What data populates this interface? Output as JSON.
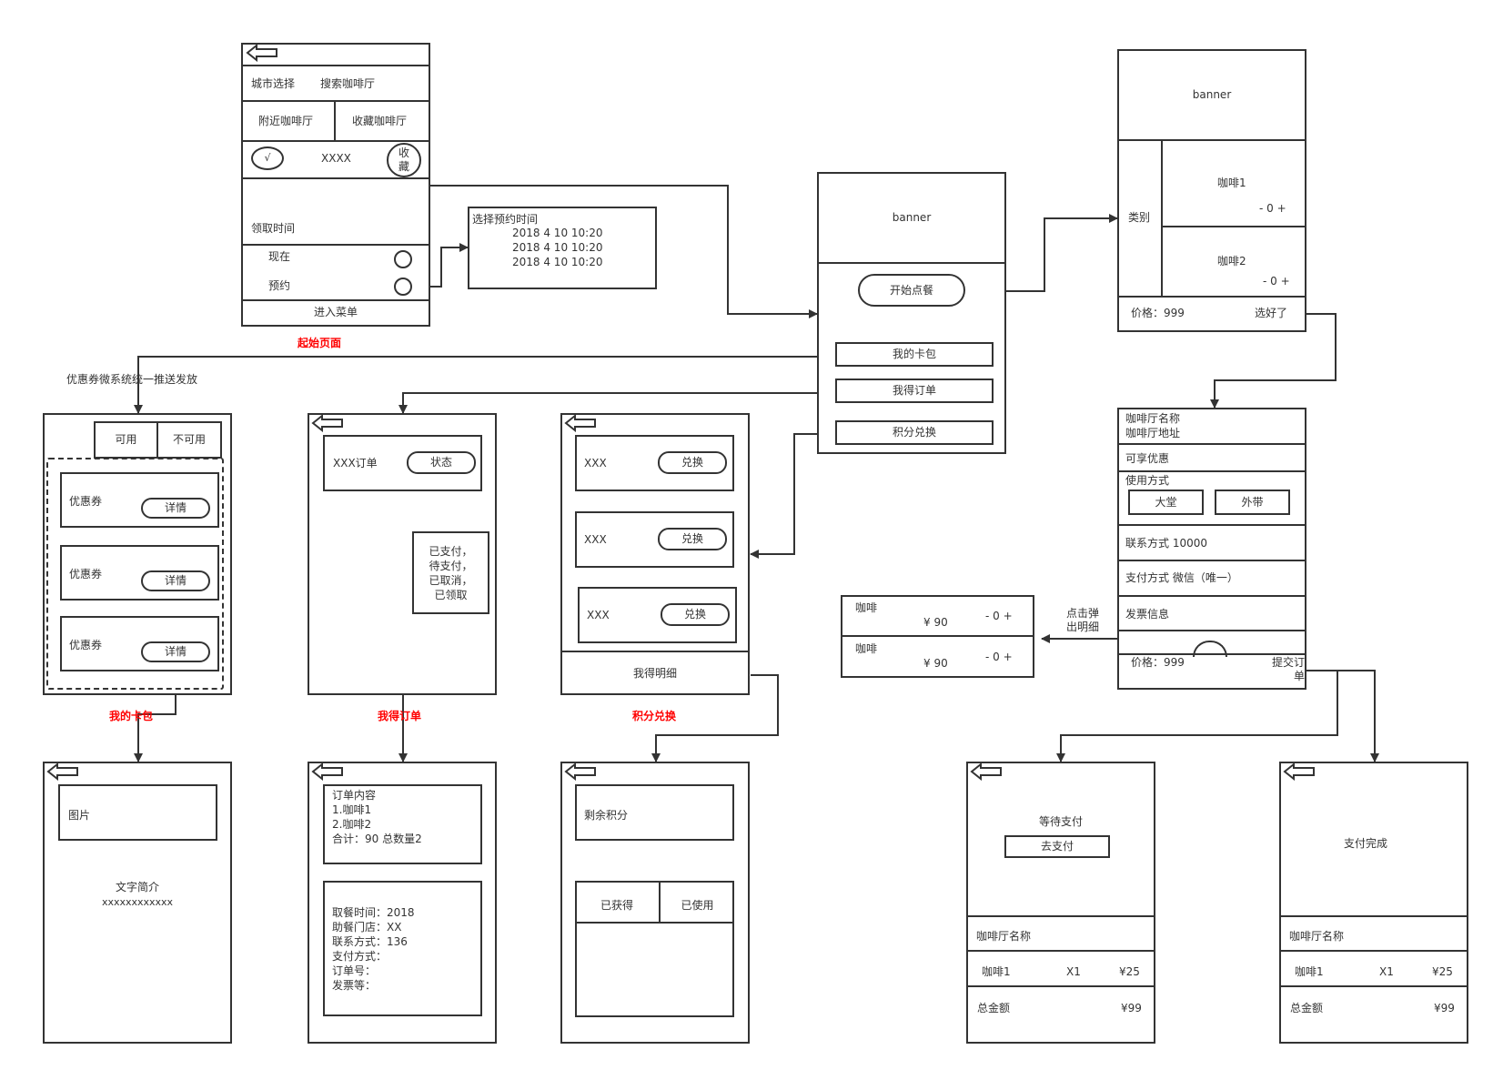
{
  "start_page": {
    "caption": "起始页面",
    "city_select": "城市选择",
    "search": "搜索咖啡厅",
    "tab_nearby": "附近咖啡厅",
    "tab_favorite": "收藏咖啡厅",
    "check_mark": "√",
    "shop_name": "XXXX",
    "favorite_btn": "收\n藏",
    "pickup_time": "领取时间",
    "now": "现在",
    "reserve": "预约",
    "enter_menu": "进入菜单"
  },
  "reserve_popup": {
    "title": "选择预约时间",
    "times": [
      "2018 4 10  10:20",
      "2018 4 10  10:20",
      "2018 4 10  10:20"
    ]
  },
  "home": {
    "banner": "banner",
    "start_order": "开始点餐",
    "my_wallet": "我的卡包",
    "my_orders": "我得订单",
    "points_exchange": "积分兑换"
  },
  "menu": {
    "banner": "banner",
    "category": "类别",
    "items": [
      {
        "name": "咖啡1",
        "stepper": "-  0 +"
      },
      {
        "name": "咖啡2",
        "stepper": "-  0 +"
      }
    ],
    "price": "价格：999",
    "done": "选好了"
  },
  "checkout": {
    "shop_name": "咖啡厅名称",
    "shop_address": "咖啡厅地址",
    "discount": "可享优惠",
    "usage_label": "使用方式",
    "dine_in": "大堂",
    "takeout": "外带",
    "contact": "联系方式 10000",
    "payment": "支付方式 微信（唯一）",
    "invoice": "发票信息",
    "price": "价格：999",
    "submit": "提交订\n单",
    "popup_note": "点击弹\n出明细"
  },
  "detail_popup": {
    "rows": [
      {
        "name": "咖啡",
        "price": "¥ 90",
        "stepper": "-  0 +"
      },
      {
        "name": "咖啡",
        "price": "¥ 90",
        "stepper": "-  0 +"
      }
    ]
  },
  "wallet": {
    "caption": "我的卡包",
    "note": "优惠券微系统统一推送发放",
    "tab_available": "可用",
    "tab_unavailable": "不可用",
    "coupons": [
      {
        "label": "优惠券",
        "button": "详情"
      },
      {
        "label": "优惠券",
        "button": "详情"
      },
      {
        "label": "优惠券",
        "button": "详情"
      }
    ]
  },
  "coupon_detail": {
    "image": "图片",
    "intro_title": "文字简介",
    "intro_text": "xxxxxxxxxxxx"
  },
  "orders": {
    "caption": "我得订单",
    "order_label": "XXX订单",
    "status_button": "状态",
    "status_options": "已支付，\n待支付，\n已取消，\n已领取"
  },
  "order_detail": {
    "content": "订单内容\n1.咖啡1\n2.咖啡2\n合计：90 总数量2",
    "info": "取餐时间：2018\n助餐门店：XX\n联系方式：136\n支付方式：\n订单号：\n发票等："
  },
  "points": {
    "caption": "积分兑换",
    "items": [
      {
        "label": "XXX",
        "button": "兑换"
      },
      {
        "label": "XXX",
        "button": "兑换"
      },
      {
        "label": "XXX",
        "button": "兑换"
      }
    ],
    "details_link": "我得明细"
  },
  "points_detail": {
    "remaining": "剩余积分",
    "tab_earned": "已获得",
    "tab_used": "已使用"
  },
  "pending_payment": {
    "title": "等待支付",
    "pay_button": "去支付",
    "shop_name": "咖啡厅名称",
    "item": "咖啡1",
    "qty": "X1",
    "item_price": "¥25",
    "total_label": "总金额",
    "total": "¥99"
  },
  "payment_done": {
    "title": "支付完成",
    "shop_name": "咖啡厅名称",
    "item": "咖啡1",
    "qty": "X1",
    "item_price": "¥25",
    "total_label": "总金额",
    "total": "¥99"
  },
  "colors": {
    "stroke": "#333333",
    "caption_red": "#ff0000"
  }
}
